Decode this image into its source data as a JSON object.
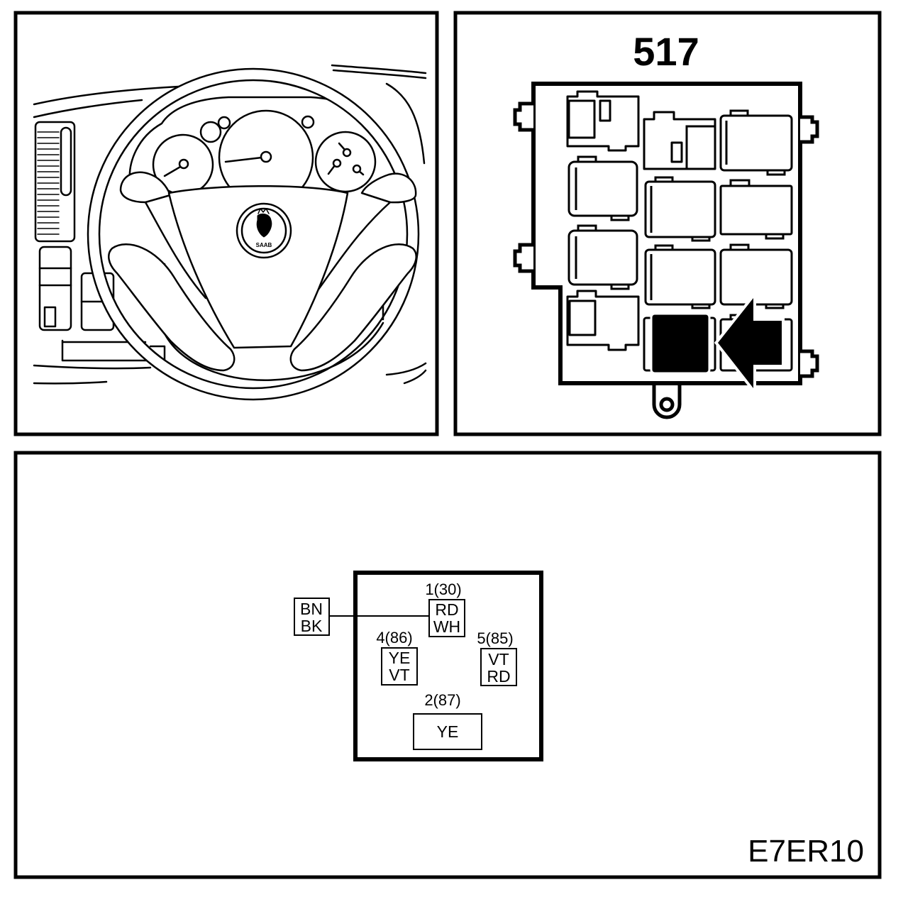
{
  "steering_view": {
    "logo_text": "SAAB"
  },
  "relay_box": {
    "title": "517"
  },
  "connector": {
    "incoming_wire": [
      "BN",
      "BK"
    ],
    "pins": [
      {
        "label": "1(30)",
        "wire_colors": [
          "RD",
          "WH"
        ]
      },
      {
        "label": "4(86)",
        "wire_colors": [
          "YE",
          "VT"
        ]
      },
      {
        "label": "5(85)",
        "wire_colors": [
          "VT",
          "RD"
        ]
      },
      {
        "label": "2(87)",
        "wire_colors": [
          "YE"
        ]
      }
    ]
  },
  "figure_code": "E7ER10",
  "colors": {
    "line": "#000000",
    "background": "#ffffff"
  }
}
